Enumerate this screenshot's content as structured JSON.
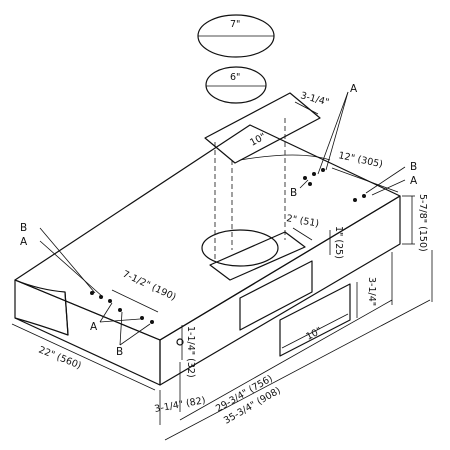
{
  "labels": {
    "d_7in": "7\"",
    "d_6in": "6\"",
    "d_3_1_4_top": "3-1/4\"",
    "d_10_top": "10\"",
    "d_12": "12\" (305)",
    "d_5_7_8": "5-7/8\" (150)",
    "d_2": "2\" (51)",
    "d_1": "1\" (25)",
    "d_7_1_2": "7-1/2\" (190)",
    "d_1_1_4": "1-1/4\" (32)",
    "d_3_1_4_front": "3-1/4\"",
    "d_10_front": "10\"",
    "d_22": "22\" (560)",
    "d_3_1_4_bottom": "3-1/4\" (82)",
    "d_29_3_4": "29-3/4\" (756)",
    "d_35_3_4": "35-3/4\" (908)",
    "callout_a": "A",
    "callout_b": "B"
  }
}
